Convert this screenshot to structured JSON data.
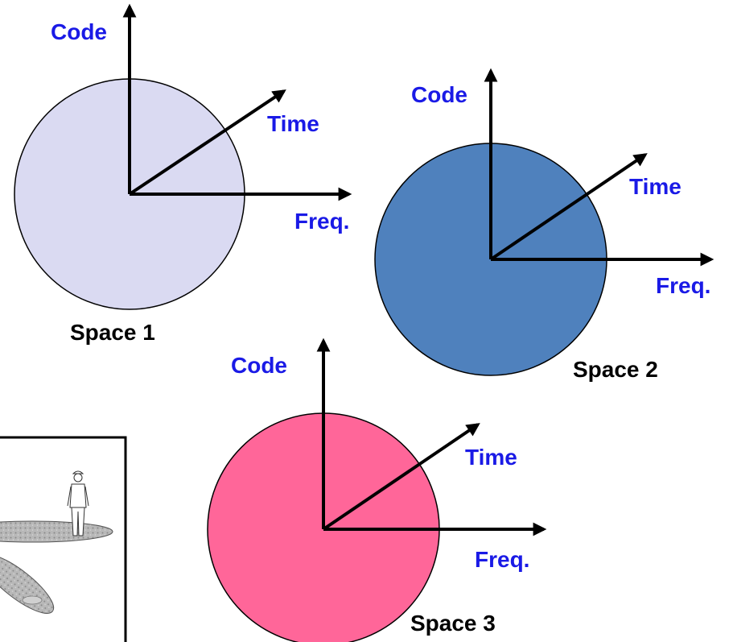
{
  "colors": {
    "space1_fill": "#DADAF2",
    "space2_fill": "#4F81BD",
    "space3_fill": "#FF6699",
    "axis_label": "#1A1AE6",
    "axis_line": "#000000",
    "space_label": "#000000"
  },
  "spaces": [
    {
      "name": "Space 1",
      "axes": {
        "code": "Code",
        "time": "Time",
        "freq": "Freq."
      }
    },
    {
      "name": "Space 2",
      "axes": {
        "code": "Code",
        "time": "Time",
        "freq": "Freq."
      }
    },
    {
      "name": "Space 3",
      "axes": {
        "code": "Code",
        "time": "Time",
        "freq": "Freq."
      }
    }
  ],
  "inset": {
    "description_icon": "person-standing-on-ellipses-illustration"
  }
}
